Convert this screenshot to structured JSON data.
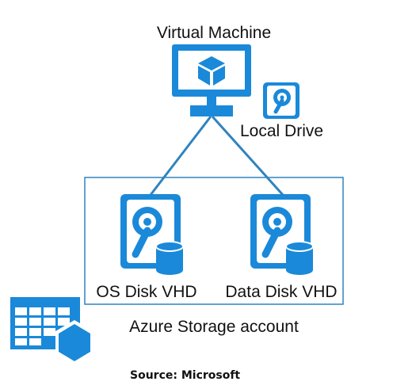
{
  "labels": {
    "virtual_machine": "Virtual Machine",
    "local_drive": "Local Drive",
    "os_disk": "OS Disk VHD",
    "data_disk": "Data Disk VHD",
    "storage_account": "Azure Storage account",
    "source": "Source: Microsoft"
  },
  "icons": {
    "vm": "monitor-with-cube-icon",
    "local_drive": "hard-drive-icon",
    "os_disk": "disk-with-database-icon",
    "data_disk": "disk-with-database-icon",
    "storage": "storage-table-hexagon-icon"
  },
  "colors": {
    "azure_blue": "#1a89d9",
    "line_blue": "#2f83bf",
    "box_border": "#2f83bf",
    "text": "#111111"
  }
}
